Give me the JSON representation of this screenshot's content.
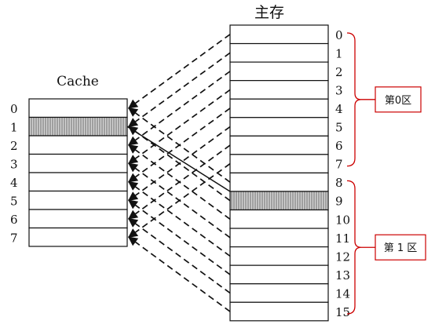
{
  "cache": {
    "title": "Cache",
    "line_labels": [
      "0",
      "1",
      "2",
      "3",
      "4",
      "5",
      "6",
      "7"
    ],
    "highlighted_line": 1
  },
  "main_memory": {
    "title": "主存",
    "block_labels": [
      "0",
      "1",
      "2",
      "3",
      "4",
      "5",
      "6",
      "7",
      "8",
      "9",
      "10",
      "11",
      "12",
      "13",
      "14",
      "15"
    ],
    "highlighted_block": 9
  },
  "zones": [
    {
      "label": "第0区",
      "blocks": [
        0,
        7
      ]
    },
    {
      "label": "第 1 区",
      "blocks": [
        8,
        15
      ]
    }
  ],
  "colors": {
    "line": "#111111",
    "highlight": "#a9a9a9",
    "zone_bracket": "#cc0000",
    "zone_box_border": "#cc0000"
  }
}
